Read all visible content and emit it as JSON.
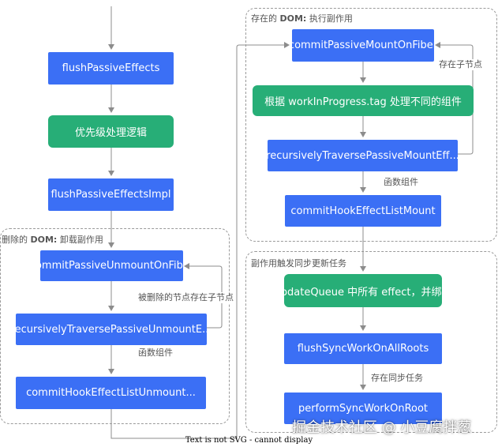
{
  "groups": {
    "delete_dom": {
      "prefix": "删除的 ",
      "bold": "DOM:",
      "suffix": " 卸载副作用"
    },
    "existing_dom": {
      "prefix": "存在的 ",
      "bold": "DOM:",
      "suffix": " 执行副作用"
    },
    "sync_update": {
      "label": "副作用触发同步更新任务"
    }
  },
  "nodes": {
    "flush_passive_effects": "flushPassiveEffects",
    "priority_logic": "优先级处理逻辑",
    "flush_passive_effects_impl": "flushPassiveEffectsImpl",
    "commit_passive_unmount_on_fiber": "commitPassiveUnmountOnFiber",
    "recursively_traverse_passive_unmount_effects": "recursivelyTraversePassiveUnmountE...",
    "commit_hook_effect_list_unmount": "commitHookEffectListUnmount...",
    "commit_passive_mount_on_fiber": "commitPassiveMountOnFiber",
    "handle_by_tag": "根据 workInProgress.tag 处理不同的组件",
    "recursively_traverse_passive_mount_effects": "recursivelyTraversePassiveMountEff...",
    "commit_hook_effect_list_mount": "commitHookEffectListMount",
    "update_queue_effects": "updateQueue 中所有 effect，并绑定",
    "flush_sync_work_on_all_roots": "flushSyncWorkOnAllRoots",
    "perform_sync_work_on_root": "performSyncWorkOnRoot"
  },
  "edge_labels": {
    "deleted_has_children": "被删除的节点存在子节点",
    "function_component_left": "函数组件",
    "has_children": "存在子节点",
    "function_component_right": "函数组件",
    "has_sync_task": "存在同步任务"
  },
  "footer_text": "Text is not SVG - cannot display",
  "watermark": "掘金技术社区 @ 小豆腐拌葱",
  "colors": {
    "blue_node": "#3b6ff5",
    "green_node": "#27ae77",
    "edge": "#8c8c8c"
  }
}
